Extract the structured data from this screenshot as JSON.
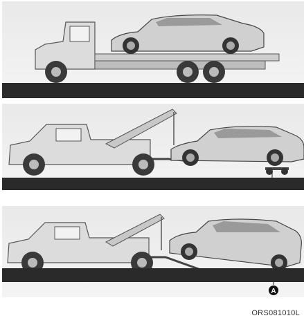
{
  "figure": {
    "code": "ORS081010L",
    "callout_label": "A",
    "panels": [
      {
        "id": "flatbed",
        "description_name": "flatbed-tow"
      },
      {
        "id": "wheel-lift-front",
        "description_name": "wheel-lift-tow-dollies"
      },
      {
        "id": "wheel-lift-dollies",
        "description_name": "wheel-lift-tow-dollies-2"
      }
    ]
  }
}
